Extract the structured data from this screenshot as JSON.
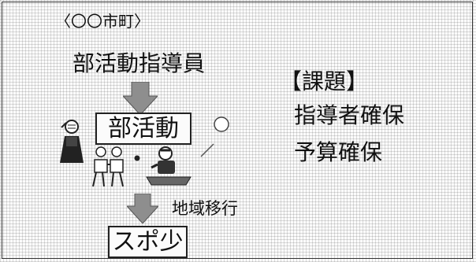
{
  "municipality": "〈〇〇市町〉",
  "advisor": "部活動指導員",
  "club_activity": "部活動",
  "transition_label": "地域移行",
  "sports_club": "スポ少",
  "issues": {
    "heading": "【課題】",
    "items": [
      "指導者確保",
      "予算確保"
    ]
  }
}
